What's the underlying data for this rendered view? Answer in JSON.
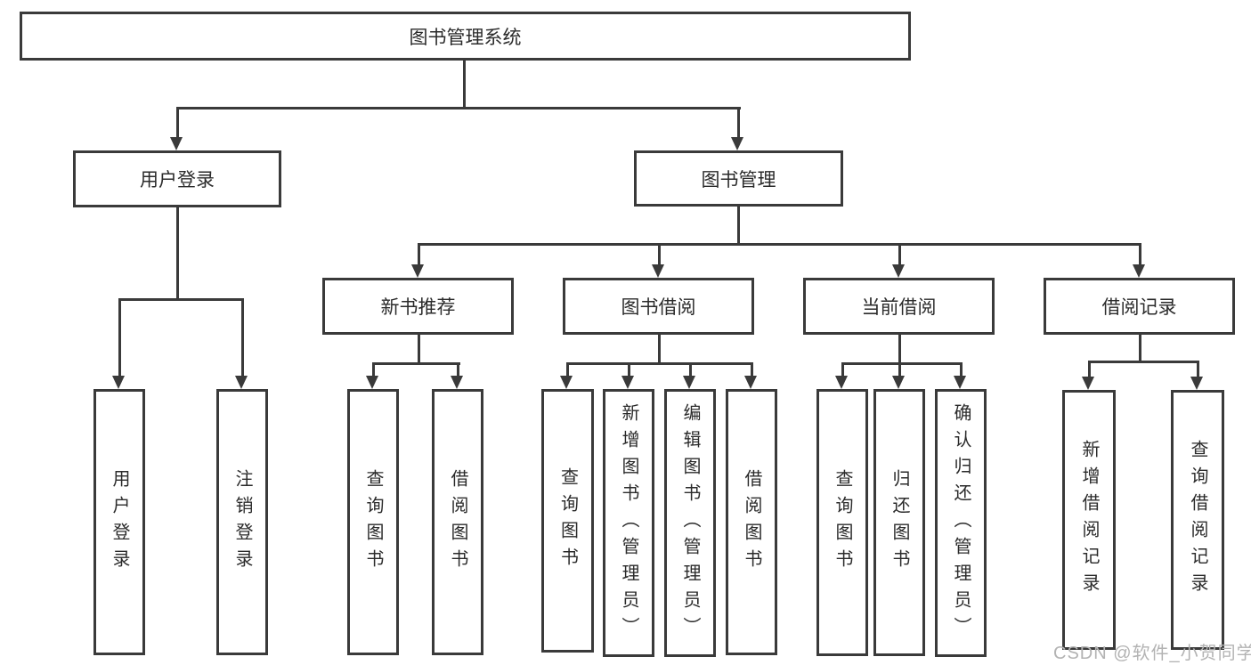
{
  "page": {
    "background": "#ffffff",
    "line_color": "#3a3a3a",
    "text_color": "#2b2b2b",
    "watermark_color": "#b3b3b3"
  },
  "watermark": {
    "text": "CSDN @软件_小贺同学"
  },
  "diagram": {
    "type": "tree",
    "root": {
      "id": "root",
      "label": "图书管理系统",
      "children": [
        {
          "id": "user-login",
          "label": "用户登录",
          "children": [
            {
              "id": "leaf-user-login",
              "label": "用户登录"
            },
            {
              "id": "leaf-logout",
              "label": "注销登录"
            }
          ]
        },
        {
          "id": "book-mgmt",
          "label": "图书管理",
          "children": [
            {
              "id": "new-book-rec",
              "label": "新书推荐",
              "children": [
                {
                  "id": "nbr-query",
                  "label": "查询图书"
                },
                {
                  "id": "nbr-borrow",
                  "label": "借阅图书"
                }
              ]
            },
            {
              "id": "book-borrow",
              "label": "图书借阅",
              "children": [
                {
                  "id": "bb-query",
                  "label": "查询图书"
                },
                {
                  "id": "bb-add",
                  "label": "新增图书（管理员）"
                },
                {
                  "id": "bb-edit",
                  "label": "编辑图书（管理员）"
                },
                {
                  "id": "bb-borrow",
                  "label": "借阅图书"
                }
              ]
            },
            {
              "id": "current-borrow",
              "label": "当前借阅",
              "children": [
                {
                  "id": "cb-query",
                  "label": "查询图书"
                },
                {
                  "id": "cb-return",
                  "label": "归还图书"
                },
                {
                  "id": "cb-confirm",
                  "label": "确认归还（管理员）"
                }
              ]
            },
            {
              "id": "borrow-record",
              "label": "借阅记录",
              "children": [
                {
                  "id": "br-add",
                  "label": "新增借阅记录"
                },
                {
                  "id": "br-query",
                  "label": "查询借阅记录"
                }
              ]
            }
          ]
        }
      ]
    }
  }
}
